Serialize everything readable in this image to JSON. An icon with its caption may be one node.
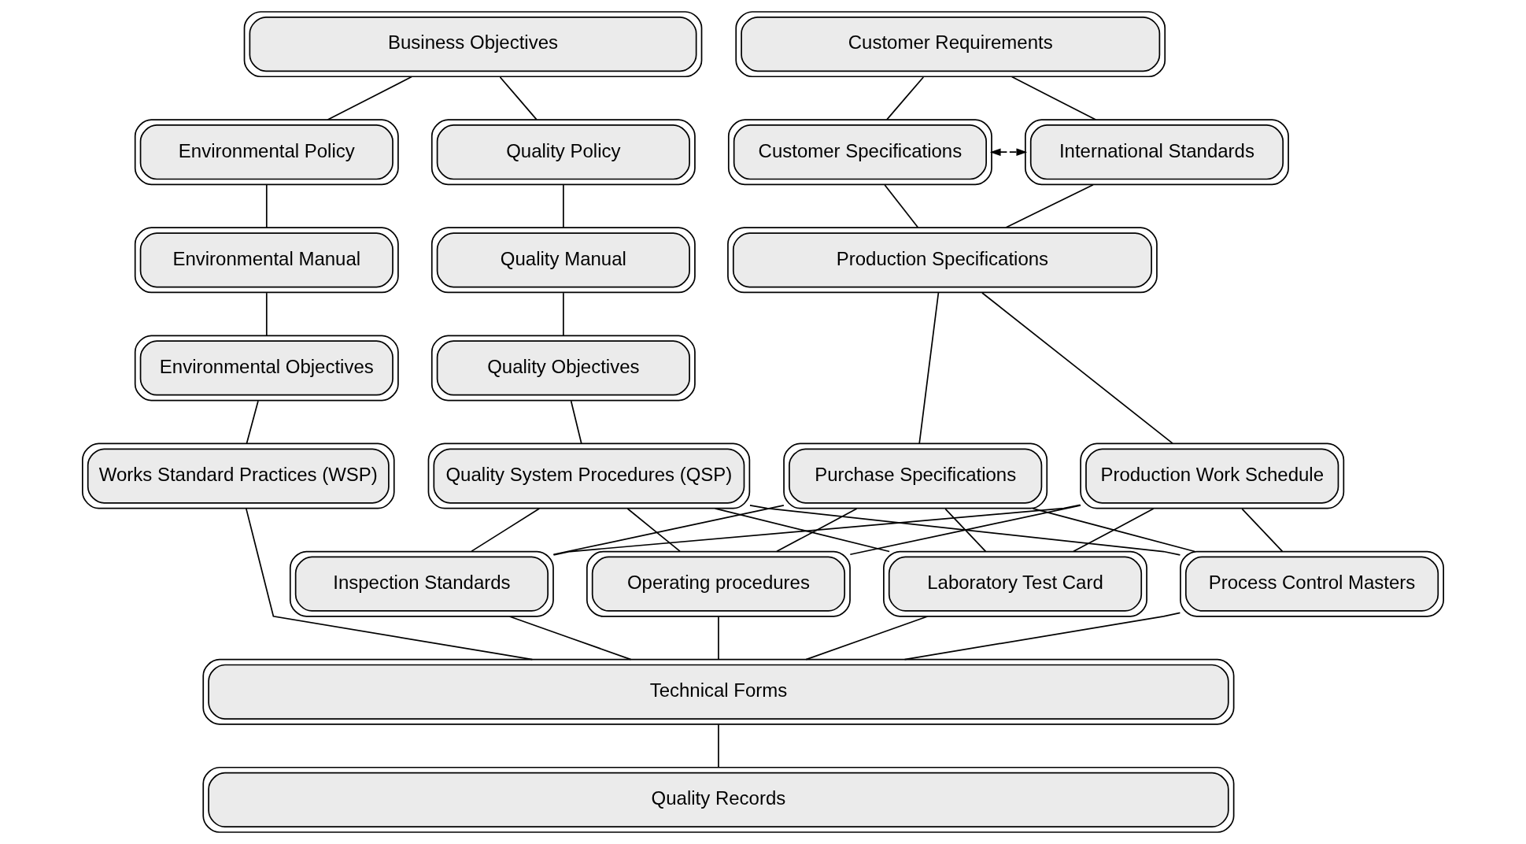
{
  "diagram": {
    "nodes": [
      {
        "text": [
          "Business Objectives"
        ]
      },
      {
        "text": [
          "Customer Requirements"
        ]
      },
      {
        "text": [
          "Environmental Policy"
        ]
      },
      {
        "text": [
          "Quality Policy"
        ]
      },
      {
        "text": [
          "Customer Specifications"
        ]
      },
      {
        "text": [
          "International Standards"
        ]
      },
      {
        "text": [
          "Environmental Manual"
        ]
      },
      {
        "text": [
          "Quality Manual"
        ]
      },
      {
        "text": [
          "Production Specifications"
        ]
      },
      {
        "text": [
          "Environmental Objectives"
        ]
      },
      {
        "text": [
          "Quality Objectives"
        ]
      },
      {
        "text": [
          "Works Standard Practices (WSP)"
        ]
      },
      {
        "text": [
          "Quality System Procedures (QSP)"
        ]
      },
      {
        "text": [
          "Purchase Specifications"
        ]
      },
      {
        "text": [
          "Production Work Schedule"
        ]
      },
      {
        "text": [
          "Inspection Standards"
        ]
      },
      {
        "text": [
          "Operating procedures"
        ]
      },
      {
        "text": [
          "Laboratory Test Card"
        ]
      },
      {
        "text": [
          "Process Control Masters"
        ]
      },
      {
        "text": [
          "Technical Forms"
        ]
      },
      {
        "text": [
          "Quality Records"
        ]
      }
    ],
    "edges": [
      {
        "from": 0,
        "to": 2,
        "arrow": "none"
      },
      {
        "from": 0,
        "to": 3,
        "arrow": "none"
      },
      {
        "from": 1,
        "to": 4,
        "arrow": "none"
      },
      {
        "from": 1,
        "to": 5,
        "arrow": "none"
      },
      {
        "from": 4,
        "to": 5,
        "arrow": "both",
        "style": "dashed"
      },
      {
        "from": 2,
        "to": 6,
        "arrow": "none"
      },
      {
        "from": 3,
        "to": 7,
        "arrow": "none"
      },
      {
        "from": 4,
        "to": 8,
        "arrow": "none"
      },
      {
        "from": 5,
        "to": 8,
        "arrow": "none"
      },
      {
        "from": 6,
        "to": 9,
        "arrow": "none"
      },
      {
        "from": 7,
        "to": 10,
        "arrow": "none"
      },
      {
        "from": 9,
        "to": 11,
        "arrow": "none"
      },
      {
        "from": 10,
        "to": 12,
        "arrow": "none"
      },
      {
        "from": 8,
        "to": 13,
        "arrow": "none"
      },
      {
        "from": 8,
        "to": 14,
        "arrow": "none"
      },
      {
        "from": 12,
        "to": 15,
        "arrow": "none"
      },
      {
        "from": 12,
        "to": 16,
        "arrow": "none"
      },
      {
        "from": 12,
        "to": 17,
        "arrow": "none"
      },
      {
        "from": 12,
        "to": 18,
        "arrow": "none"
      },
      {
        "from": 13,
        "to": 15,
        "arrow": "none"
      },
      {
        "from": 13,
        "to": 16,
        "arrow": "none"
      },
      {
        "from": 13,
        "to": 17,
        "arrow": "none"
      },
      {
        "from": 13,
        "to": 18,
        "arrow": "none"
      },
      {
        "from": 14,
        "to": 15,
        "arrow": "none"
      },
      {
        "from": 14,
        "to": 16,
        "arrow": "none"
      },
      {
        "from": 14,
        "to": 17,
        "arrow": "none"
      },
      {
        "from": 14,
        "to": 18,
        "arrow": "none"
      },
      {
        "from": 11,
        "to": 19,
        "arrow": "none"
      },
      {
        "from": 15,
        "to": 19,
        "arrow": "none"
      },
      {
        "from": 16,
        "to": 19,
        "arrow": "none"
      },
      {
        "from": 17,
        "to": 19,
        "arrow": "none"
      },
      {
        "from": 18,
        "to": 19,
        "arrow": "none"
      },
      {
        "from": 19,
        "to": 20,
        "arrow": "none"
      }
    ]
  }
}
